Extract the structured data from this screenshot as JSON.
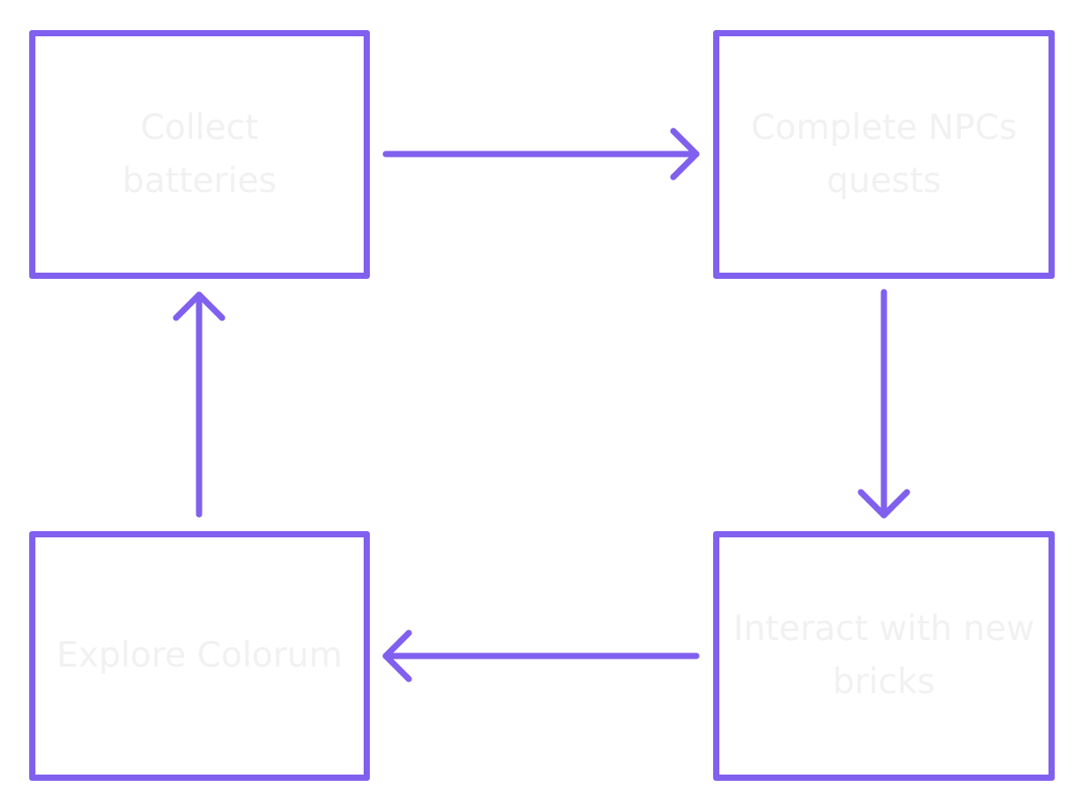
{
  "diagram": {
    "accent_color": "#8060ee",
    "text_color": "#f1f1f1",
    "nodes": [
      {
        "id": "collect",
        "label": "Collect\nbatteries"
      },
      {
        "id": "quests",
        "label": "Complete NPCs\nquests"
      },
      {
        "id": "bricks",
        "label": "Interact with new\nbricks"
      },
      {
        "id": "explore",
        "label": "Explore Colorum"
      }
    ],
    "edges": [
      {
        "from": "collect",
        "to": "quests"
      },
      {
        "from": "quests",
        "to": "bricks"
      },
      {
        "from": "bricks",
        "to": "explore"
      },
      {
        "from": "explore",
        "to": "collect"
      }
    ]
  }
}
